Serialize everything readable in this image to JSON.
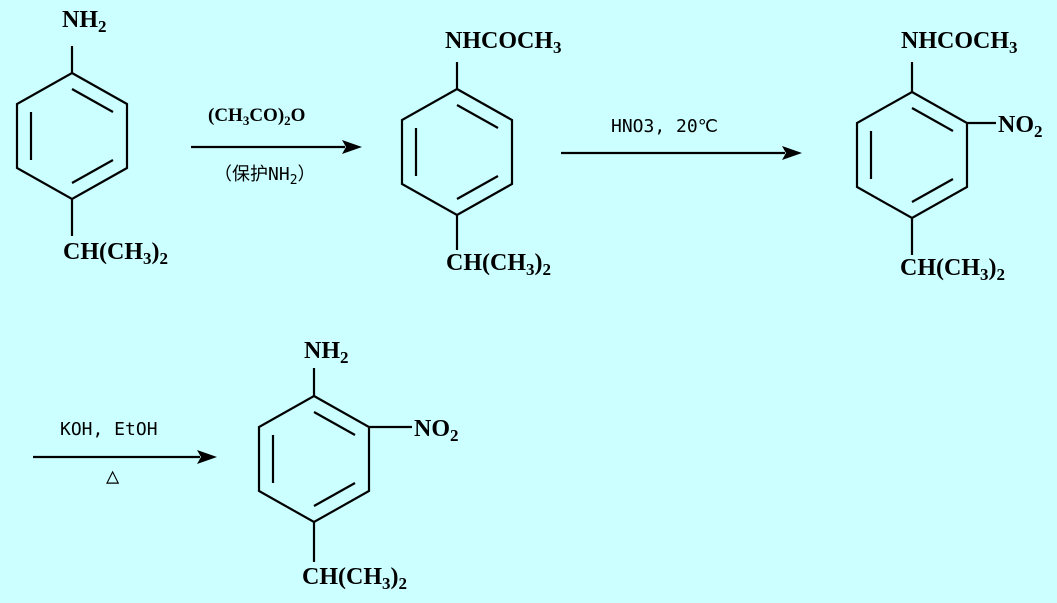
{
  "colors": {
    "background": "#CCFFFF",
    "ink": "#000000"
  },
  "compounds": [
    {
      "top": "NH2",
      "side": "",
      "bottom": "CH(CH3)2"
    },
    {
      "top": "NHCOCH3",
      "side": "",
      "bottom": "CH(CH3)2"
    },
    {
      "top": "NHCOCH3",
      "side": "NO2",
      "bottom": "CH(CH3)2"
    },
    {
      "top": "NH2",
      "side": "NO2",
      "bottom": "CH(CH3)2"
    }
  ],
  "arrows": [
    {
      "above": "(CH3CO)2O",
      "below": "（保护NH2）"
    },
    {
      "above": "HNO3, 20℃",
      "below": ""
    },
    {
      "above": "KOH, EtOH",
      "below": "△"
    }
  ]
}
